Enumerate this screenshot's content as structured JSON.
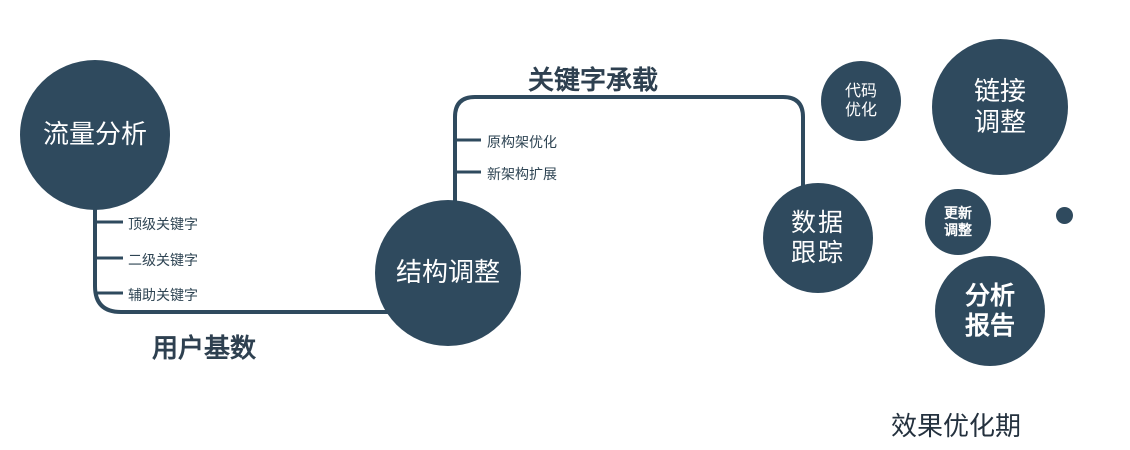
{
  "colors": {
    "node_fill": "#2f4a5e",
    "node_text": "#ffffff",
    "connector_line": "#2f4a5e",
    "label_text": "#2e4453"
  },
  "nodes": {
    "traffic_analysis": {
      "label": "流量分析"
    },
    "structure_adjustment": {
      "label": "结构调整"
    },
    "data_tracking": {
      "line1": "数据",
      "line2": "跟踪"
    },
    "code_optimization": {
      "line1": "代码",
      "line2": "优化"
    },
    "link_adjustment": {
      "line1": "链接",
      "line2": "调整"
    },
    "update_adjustment": {
      "line1": "更新",
      "line2": "调整"
    },
    "analysis_report": {
      "line1": "分析",
      "line2": "报告"
    }
  },
  "branch_labels": {
    "traffic": [
      "顶级关键字",
      "二级关键字",
      "辅助关键字"
    ],
    "structure": [
      "原构架优化",
      "新架构扩展"
    ]
  },
  "edge_labels": {
    "user_base": "用户基数",
    "keyword_carry": "关键字承载"
  },
  "phase_label": "效果优化期"
}
